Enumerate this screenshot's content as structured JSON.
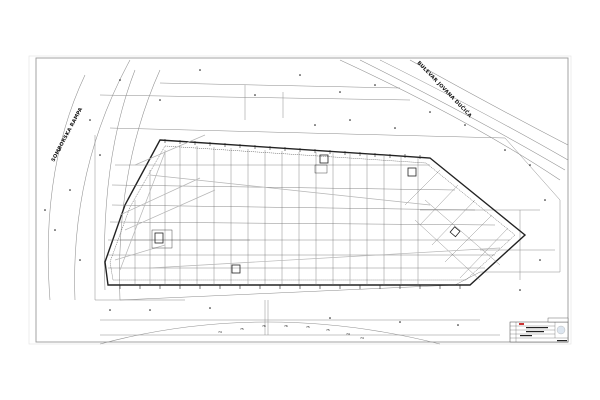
{
  "drawing": {
    "type": "architectural site / foundation plan",
    "colors": {
      "paper": "#ffffff",
      "frame": "#9a9a9a",
      "line_dark": "#222222",
      "line_mid": "#555555",
      "line_light": "#9a9a9a",
      "hatch": "#b5b5b5"
    },
    "street_labels": {
      "top_right": "BULEVAR JOVANA DUČIĆA",
      "left": "SOMBORSKA RAMPA"
    },
    "elevation_marks_bottom": [
      "74",
      "75",
      "76",
      "76",
      "75",
      "75",
      "74",
      "74"
    ],
    "title_block": {
      "label": "title-block",
      "rows": [
        "",
        "",
        "",
        "",
        ""
      ]
    }
  }
}
